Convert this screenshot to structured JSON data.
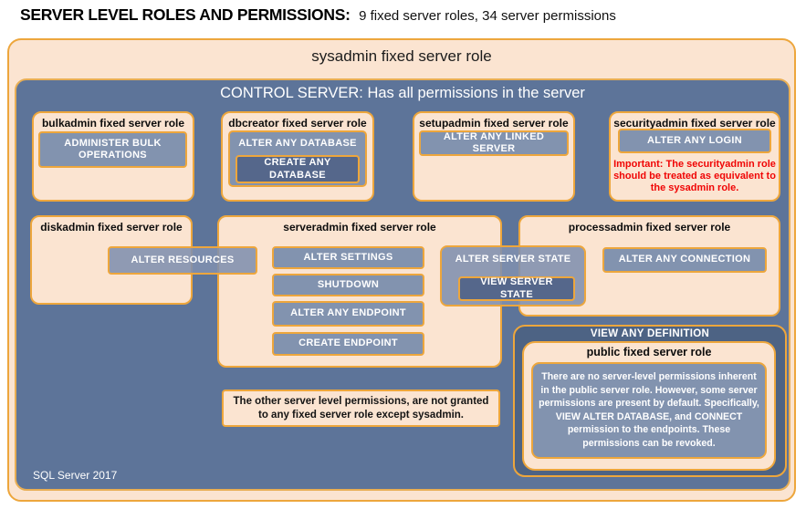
{
  "header": {
    "title": "SERVER LEVEL ROLES AND PERMISSIONS:",
    "subtitle": "9 fixed server roles, 34 server permissions"
  },
  "sysadmin": {
    "label": "sysadmin fixed server role"
  },
  "control": {
    "label": "CONTROL SERVER: Has all permissions in the server"
  },
  "roles": {
    "bulkadmin": {
      "title": "bulkadmin fixed server role",
      "perm": "ADMINISTER BULK OPERATIONS"
    },
    "dbcreator": {
      "title": "dbcreator fixed server role",
      "perm": "ALTER ANY DATABASE",
      "nested": "CREATE ANY DATABASE"
    },
    "setupadmin": {
      "title": "setupadmin fixed server role",
      "perm": "ALTER ANY LINKED SERVER"
    },
    "securityadmin": {
      "title": "securityadmin fixed server role",
      "perm": "ALTER ANY LOGIN",
      "warning": "Important: The securityadmin role should be treated as equivalent to the sysadmin role."
    },
    "diskadmin": {
      "title": "diskadmin fixed server role",
      "perm": "ALTER RESOURCES"
    },
    "serveradmin": {
      "title": "serveradmin fixed server role",
      "perms": [
        "ALTER SETTINGS",
        "SHUTDOWN",
        "ALTER ANY ENDPOINT",
        "CREATE ENDPOINT"
      ],
      "state": "ALTER SERVER STATE",
      "state_nested": "VIEW SERVER STATE"
    },
    "processadmin": {
      "title": "processadmin fixed server role",
      "perm": "ALTER ANY CONNECTION"
    },
    "public": {
      "container_label": "VIEW ANY DEFINITION",
      "title": "public fixed server role",
      "description": "There are no server-level permissions inherent in the public server role. However, some server permissions are present by default. Specifically, VIEW ALTER DATABASE, and CONNECT permission to the endpoints. These permissions can be revoked."
    }
  },
  "note": {
    "text": "The other server level permissions, are not granted to any fixed server role except sysadmin."
  },
  "footer": {
    "text": "SQL Server 2017"
  },
  "colors": {
    "gold_border": "#EDA63C",
    "peach_fill": "#FBE4D1",
    "slate_blue": "#5D7499",
    "permission_fill": "#8293AF",
    "permission_dark_fill": "#55678B",
    "view_definition_fill": "#4D6384",
    "warning_red": "#F00505"
  }
}
